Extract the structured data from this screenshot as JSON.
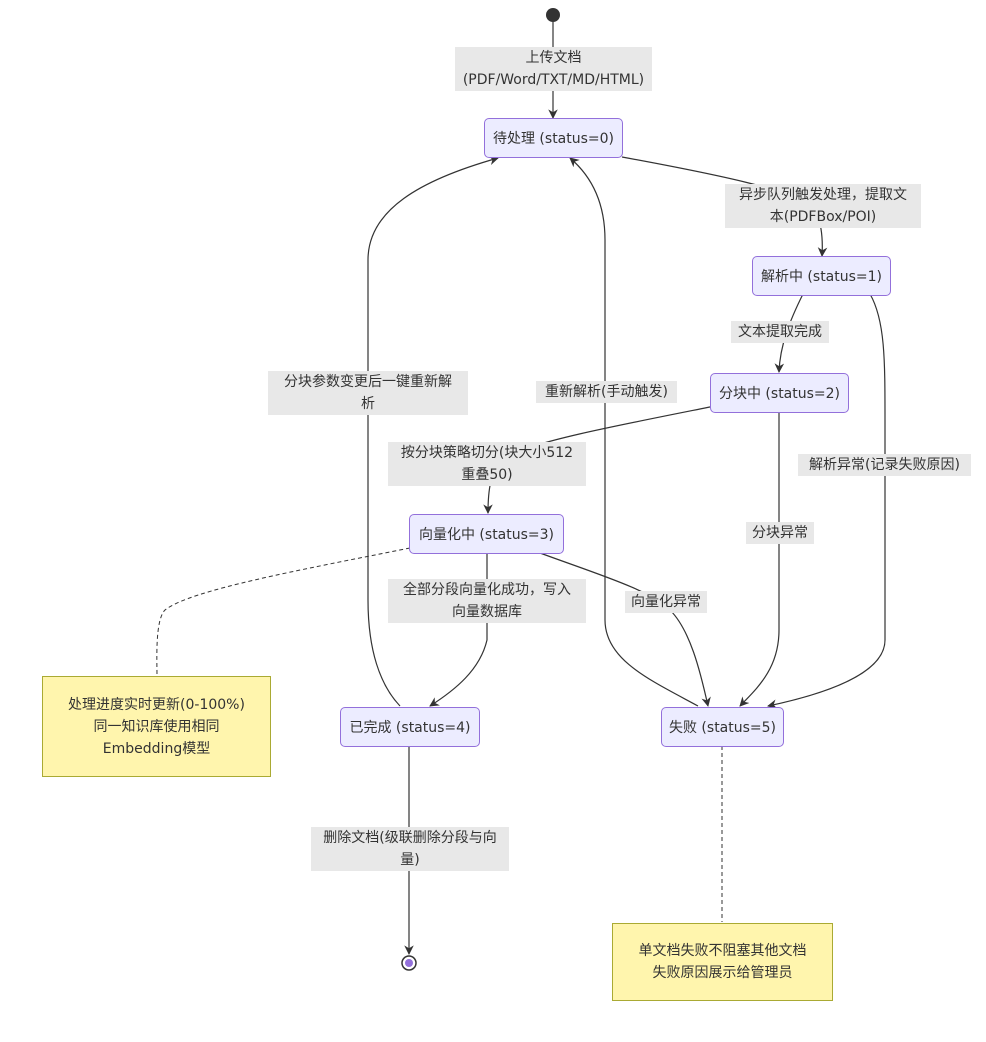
{
  "states": {
    "pending": "待处理 (status=0)",
    "parsing": "解析中 (status=1)",
    "chunking": "分块中 (status=2)",
    "vectorizing": "向量化中 (status=3)",
    "completed": "已完成 (status=4)",
    "failed": "失败 (status=5)"
  },
  "transitions": {
    "upload": [
      "上传文档",
      "(PDF/Word/TXT/MD/HTML)"
    ],
    "async_parse": [
      "异步队列触发处理，提取文",
      "本(PDFBox/POI)"
    ],
    "text_extracted": [
      "文本提取完成"
    ],
    "chunk_strategy": [
      "按分块策略切分(块大小512",
      "重叠50)"
    ],
    "vector_success": [
      "全部分段向量化成功，写入",
      "向量数据库"
    ],
    "rechunk": [
      "分块参数变更后一键重新解",
      "析"
    ],
    "manual_reparse": [
      "重新解析(手动触发)"
    ],
    "parse_error": [
      "解析异常(记录失败原因)"
    ],
    "chunk_error": [
      "分块异常"
    ],
    "vector_error": [
      "向量化异常"
    ],
    "delete": [
      "删除文档(级联删除分段与向",
      "量)"
    ]
  },
  "notes": {
    "vectorizing_note": [
      "处理进度实时更新(0-100%)",
      "同一知识库使用相同",
      "Embedding模型"
    ],
    "failed_note": [
      "单文档失败不阻塞其他文档",
      "失败原因展示给管理员"
    ]
  },
  "colors": {
    "state_fill": "#ECECFF",
    "state_border": "#9370DB",
    "edge": "#333333",
    "label_bg": "#e8e8e8",
    "note_fill": "#fff5ad",
    "note_border": "#aaaa33",
    "end_inner": "#9370DB"
  },
  "icons": {
    "start": "filled-circle",
    "end": "bullseye-circle"
  }
}
